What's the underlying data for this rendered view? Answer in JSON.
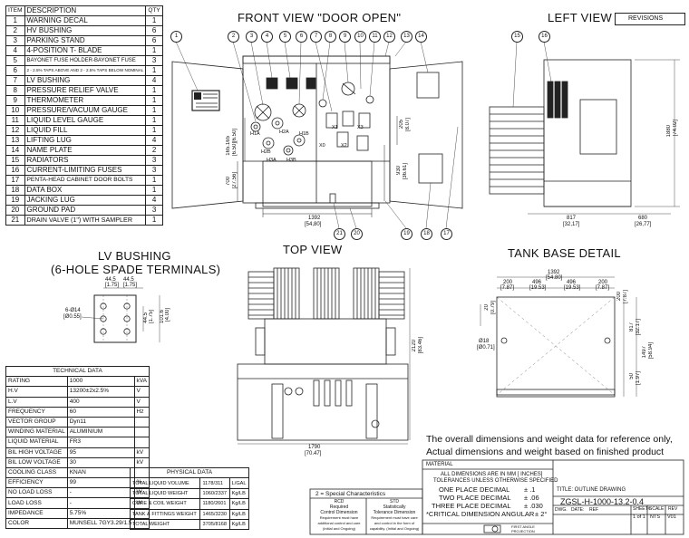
{
  "parts_list": {
    "headers": [
      "ITEM",
      "DESCRIPTION",
      "QTY"
    ],
    "rows": [
      {
        "item": "1",
        "description": "WARNING DECAL",
        "qty": "1"
      },
      {
        "item": "2",
        "description": "HV BUSHING",
        "qty": "6"
      },
      {
        "item": "3",
        "description": "PARKING STAND",
        "qty": "6"
      },
      {
        "item": "4",
        "description": "4-POSITION  T- BLADE",
        "qty": "1"
      },
      {
        "item": "5",
        "description": "BAYONET FUSE HOLDER-BAYONET FUSE",
        "qty": "3"
      },
      {
        "item": "6",
        "description": "2 - 2.5% TAPS ABOVE AND 2 - 2.5% TAPS BELOW NOMINAL",
        "qty": "1"
      },
      {
        "item": "7",
        "description": "LV BUSHING",
        "qty": "4"
      },
      {
        "item": "8",
        "description": "PRESSURE RELIEF VALVE",
        "qty": "1"
      },
      {
        "item": "9",
        "description": "THERMOMETER",
        "qty": "1"
      },
      {
        "item": "10",
        "description": "PRESSURE/VACUUM GAUGE",
        "qty": "1"
      },
      {
        "item": "11",
        "description": "LIQUID LEVEL GAUGE",
        "qty": "1"
      },
      {
        "item": "12",
        "description": "LIQUID FILL",
        "qty": "1"
      },
      {
        "item": "13",
        "description": "LIFTING  LUG",
        "qty": "4"
      },
      {
        "item": "14",
        "description": "NAME PLATE",
        "qty": "2"
      },
      {
        "item": "15",
        "description": "RADIATORS",
        "qty": "3"
      },
      {
        "item": "16",
        "description": "CURRENT-LIMITING FUSES",
        "qty": "3"
      },
      {
        "item": "17",
        "description": "PENTA-HEAD CABINET DOOR BOLTS",
        "qty": "1"
      },
      {
        "item": "18",
        "description": "DATA BOX",
        "qty": "1"
      },
      {
        "item": "19",
        "description": "JACKING  LUG",
        "qty": "4"
      },
      {
        "item": "20",
        "description": "GROUND PAD",
        "qty": "3"
      },
      {
        "item": "21",
        "description": "DRAIN VALVE (1\") WITH SAMPLER",
        "qty": "1"
      }
    ]
  },
  "views": {
    "front": "FRONT VIEW \"DOOR OPEN\"",
    "left": "LEFT VIEW",
    "top": "TOP VIEW",
    "tank_base": "TANK BASE DETAIL",
    "lv_bushing_line1": "LV BUSHING",
    "lv_bushing_line2": "(6-HOLE SPADE TERMINALS)",
    "revisions": "REVISIONS"
  },
  "callouts": {
    "front": [
      "1",
      "2",
      "3",
      "4",
      "5",
      "6",
      "7",
      "8",
      "9",
      "10",
      "11",
      "12",
      "13",
      "14"
    ],
    "left": [
      "15",
      "16"
    ],
    "bottom": [
      "21",
      "20",
      "19",
      "18",
      "17"
    ]
  },
  "dimensions": {
    "front_width": "1392",
    "front_width_in": "[54,80]",
    "front_h1": "165.165",
    "front_h1_in": "[6.50][6.50]",
    "front_h2": "700",
    "front_h2_in": "[27.56]",
    "front_h3": "930",
    "front_h3_in": "[36.61]",
    "front_h4": "205",
    "front_h4_in": "[8.07]",
    "left_height": "1880",
    "left_height_in": "[74.02]",
    "left_w1": "817",
    "left_w1_in": "[32,17]",
    "left_w2": "680",
    "left_w2_in": "[26,77]",
    "top_depth": "2120",
    "top_depth_in": "[83.46]",
    "top_width": "1790",
    "top_width_in": "[70.47]",
    "base_w": "1392",
    "base_w_in": "[54.80]",
    "base_a": "200",
    "base_a_in": "[7.87]",
    "base_b": "496",
    "base_b_in": "[19.53]",
    "base_c": "496",
    "base_c_in": "[19.53]",
    "base_d": "200",
    "base_d_in": "[7.87]",
    "base_e": "20",
    "base_e_in": "[0.79]",
    "base_f": "817",
    "base_f_in": "[32.17]",
    "base_g": "1497",
    "base_g_in": "[58.94]",
    "base_h": "50",
    "base_h_in": "[1.97]",
    "base_hole": "Ø18",
    "base_hole_in": "[Ø0.71]",
    "base_side": "200",
    "base_side_in": "[7.87]",
    "lv_a": "44.5",
    "lv_a_in": "[1.75]",
    "lv_b": "44.5",
    "lv_b_in": "[1.75]",
    "lv_c": "44.5",
    "lv_c_in": "[1.75]",
    "lv_d": "101.6",
    "lv_d_in": "[4.00]",
    "lv_hole": "6-Ø14",
    "lv_hole_in": "[Ø0.55]"
  },
  "bushing_labels": [
    "H1A",
    "H2A",
    "H1B",
    "H2B",
    "H3A",
    "H3B",
    "X0",
    "X1",
    "X2",
    "X3"
  ],
  "technical_data": {
    "title": "TECHNICAL DATA",
    "rows": [
      [
        "RATING",
        "1000",
        "kVA"
      ],
      [
        "H.V",
        "13200±2x2.5%",
        "V"
      ],
      [
        "L.V",
        "400",
        "V"
      ],
      [
        "FREQUENCY",
        "60",
        "Hz"
      ],
      [
        "VECTOR GROUP",
        "Dyn11",
        ""
      ],
      [
        "WINDING MATERIAL",
        "ALUMINIUM",
        ""
      ],
      [
        "LIQUID MATERIAL",
        "FR3",
        ""
      ],
      [
        "BIL HIGH VOLTAGE",
        "95",
        "kV"
      ],
      [
        "BIL LOW VOLTAGE",
        "30",
        "kV"
      ],
      [
        "COOLING CLASS",
        "KNAN",
        ""
      ],
      [
        "EFFICIENCY",
        "99",
        "%"
      ],
      [
        "NO LOAD LOSS",
        "-",
        "W"
      ],
      [
        "LOAD LOSS",
        "-",
        "W"
      ],
      [
        "IMPEDANCE",
        "5.75%",
        ""
      ],
      [
        "COLOR",
        "MUNSELL 7GY3.29/1.5",
        ""
      ]
    ]
  },
  "physical_data": {
    "title": "PHYSICAL DATA",
    "rows": [
      [
        "TOTAL LIQUID VOLUME",
        "1178/311",
        "L/GAL"
      ],
      [
        "TOTAL LIQUID WEIGHT",
        "1060/2337",
        "Kg/LB"
      ],
      [
        "CORE & COIL WEIGHT",
        "1180/2601",
        "Kg/LB"
      ],
      [
        "TANK & FITTINGS WEIGHT",
        "1465/3230",
        "Kg/LB"
      ],
      [
        "TOTAL WEIGHT",
        "3705/8168",
        "Kg/LB"
      ]
    ]
  },
  "note": {
    "line1": "The overall dimensions and weight data for reference only,",
    "line2": "Actual dimensions and weight based on finished product"
  },
  "special": {
    "title": "2 = Special Characteristics",
    "rcd": "RCD",
    "rcd_t1": "Required",
    "rcd_t2": "Control Dimension",
    "rcd_t3": "Requirement must have",
    "rcd_t4": "additional control and care",
    "rcd_t5": "(Initial and Ongoing)",
    "std": "STD",
    "std_t1": "Statistically",
    "std_t2": "Tolerance Dimension",
    "std_t3": "Requirement must have care",
    "std_t4": "and control in the form of",
    "std_t5": "capability. (Initial and Ongoing)"
  },
  "title_block": {
    "material": "MATERIAL",
    "units": "ALL DIMENSIONS ARE IN MM [ INCHES]",
    "tol": "TOLERANCES UNLESS OTHERWISE SPECIFIED",
    "one": "ONE  PLACE  DECIMAL",
    "one_v": "± .1",
    "two": "TWO  PLACE  DECIMAL",
    "two_v": "± .06",
    "three": "THREE  PLACE  DECIMAL",
    "three_v": "± .030",
    "angular": "*CRITICAL DIMENSION ANGULAR",
    "angular_v": "± 2°",
    "title_lbl": "TITLE: OUTLINE DRAWING",
    "dwg_no": "ZGSL-H-1000-13.2-0.4",
    "dwg": "DWG.",
    "date": "DATE:",
    "ref": "REF",
    "sheet_lbl": "SHEET#",
    "sheet": "1 of 1",
    "scale_lbl": "SCALE",
    "scale": "NTS",
    "rev_lbl": "REV",
    "rev": "V01",
    "projection": "FIRST ANGLE PROJECTION"
  }
}
